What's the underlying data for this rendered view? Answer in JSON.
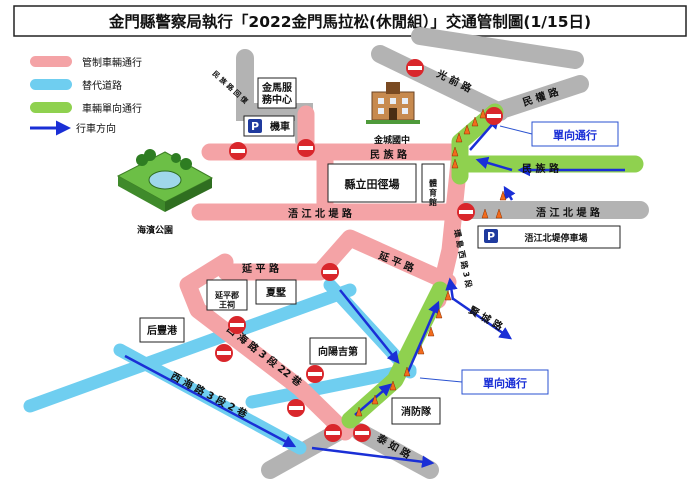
{
  "title": "金門縣警察局執行「2022金門馬拉松(休閒組）」交通管制圖(1/15日)",
  "legend": [
    {
      "label": "管制車輛通行",
      "color": "#f4a3a6"
    },
    {
      "label": "替代道路",
      "color": "#6fcef0"
    },
    {
      "label": "車輛單向通行",
      "color": "#8fd14f"
    },
    {
      "label": "行車方向",
      "color": "#1a2fd6"
    }
  ],
  "places": {
    "jinma_service": "金馬服\n務中心",
    "locomotive": "機車",
    "jincheng_school": "金城國中",
    "liyuan_stadium": "縣立田徑場",
    "gym": "體\n育\n館",
    "haibin_park": "海濱公園",
    "yanping_temple": "延平郡\n王祠",
    "summer_villa": "夏墅",
    "houfeng_port": "后豐港",
    "xiangyang_mansion": "向陽吉第",
    "fire_team": "消防隊",
    "wujiang_parking": "浯江北堤停車場"
  },
  "roads": {
    "minzu_lu": "民 族 路",
    "minzu_lu_east": "民 族 路",
    "wujiang_north": "浯 江 北 堤 路",
    "wujiang_north_east": "浯 江 北 堤 路",
    "guangqian_lu": "光 前 路",
    "minquan_lu": "民 權 路",
    "yanping_lu_w": "延 平 路",
    "yanping_lu_e": "延 平 路",
    "ximen_lu_3_22": "西 海 路 3 段 22 巷",
    "ximen_lu_3_2": "西 海 路 3 段 2 巷",
    "jiyong_lu": "環 島 西 路 3 段",
    "xiancheng_lu": "賢 城 路",
    "taian_lu": "泰 如 路",
    "sign_jinma": "民 族 路 回 復"
  },
  "callouts": {
    "oneway_top": "單向通行",
    "oneway_bottom": "單向通行"
  },
  "parking_symbol": "P",
  "colors": {
    "control": "#f4a3a6",
    "alternate": "#6fcef0",
    "oneway": "#8fd14f",
    "arrow": "#1a2fd6",
    "road_gray": "#b3b3b3"
  }
}
